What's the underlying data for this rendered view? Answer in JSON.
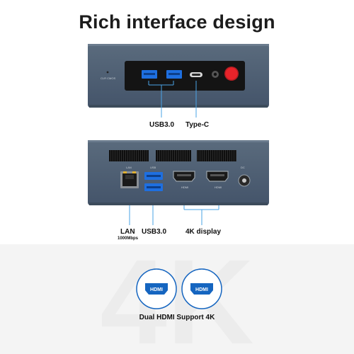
{
  "header": {
    "title": "Rich interface design"
  },
  "front_panel": {
    "clr_cmos_label": "CLR CMOS",
    "usb30_label": "USB3.0",
    "typec_label": "Type-C",
    "power_button_color": "#e8232a"
  },
  "back_panel": {
    "lan_port_label": "LAN",
    "usb_port_label": "USB",
    "hdmi1_port_label": "HDMI",
    "hdmi2_port_label": "HDMI",
    "dc_port_label": "DC",
    "lan_label": "LAN",
    "lan_speed_label": "1000Mbps",
    "usb30_label": "USB3.0",
    "display_label": "4K display"
  },
  "feature": {
    "watermark": "4K",
    "hdmi_badge_1": "HDMI",
    "hdmi_badge_2": "HDMI",
    "caption": "Dual HDMI Support 4K",
    "badge_color": "#1565c0"
  },
  "colors": {
    "chassis": "#4e5f71",
    "chassis_dark": "#3c4b5b",
    "usb_blue": "#1e6fe0",
    "callout_line": "#4aa3e6"
  }
}
